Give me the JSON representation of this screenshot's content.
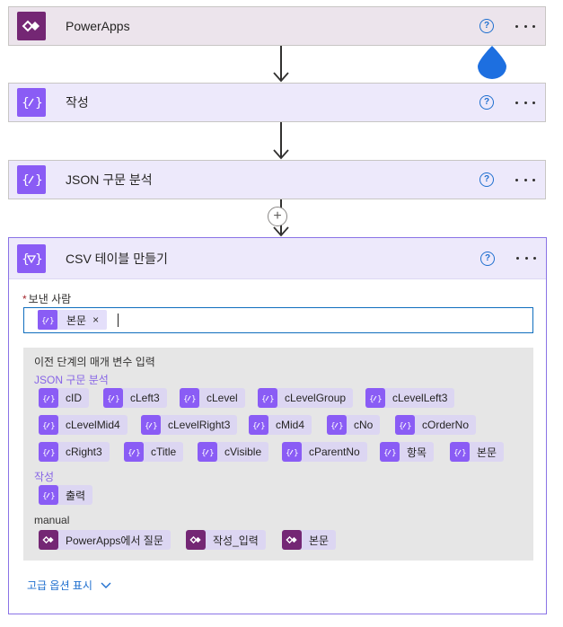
{
  "steps": [
    {
      "title": "PowerApps",
      "icon": "powerapps-icon"
    },
    {
      "title": "작성",
      "icon": "compose-icon"
    },
    {
      "title": "JSON 구문 분석",
      "icon": "parse-json-icon"
    }
  ],
  "help_glyph": "?",
  "plus_glyph": "+",
  "csv_step": {
    "title": "CSV 테이블 만들기",
    "field_label": "보낸 사람",
    "required_mark": "*",
    "token": {
      "label": "본문",
      "remove": "×"
    },
    "dynamic_panel": {
      "title": "이전 단계의 매개 변수 입력",
      "sections": [
        {
          "label": "JSON 구문 분석",
          "items": [
            "cID",
            "cLeft3",
            "cLevel",
            "cLevelGroup",
            "cLevelLeft3",
            "cLevelMid4",
            "cLevelRight3",
            "cMid4",
            "cNo",
            "cOrderNo",
            "cRight3",
            "cTitle",
            "cVisible",
            "cParentNo",
            "항목",
            "본문"
          ]
        },
        {
          "label": "작성",
          "items": [
            "출력"
          ]
        },
        {
          "label": "manual",
          "items": [
            "PowerApps에서 질문",
            "작성_입력",
            "본문"
          ]
        }
      ]
    },
    "advanced_options": "고급 옵션 표시"
  },
  "colors": {
    "powerapps_tile": "#742774",
    "variable_tile": "#8a5cf5",
    "accent_blue": "#1f6fcf",
    "csv_border": "#8a73e6"
  }
}
